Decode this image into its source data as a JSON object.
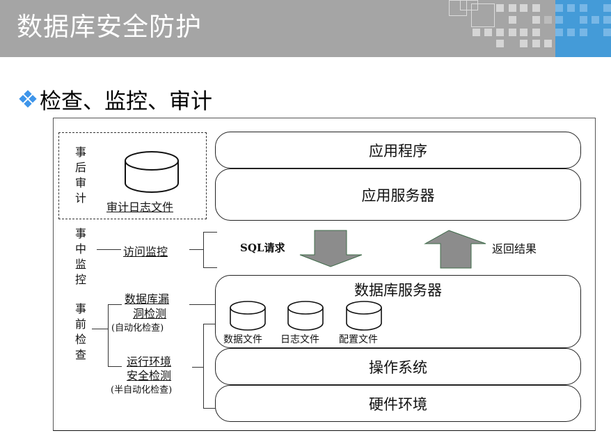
{
  "header": {
    "title": "数据库安全防护",
    "background_color": "#a5a5a5",
    "accent_color": "#449bd8"
  },
  "subtitle": {
    "bullet_icon": "diamond-cluster-icon",
    "bullet_color": "#3e95ea",
    "text": "检查、监控、审计"
  },
  "diagram": {
    "left_column": {
      "post_audit": {
        "label": "事后审计",
        "chars": [
          "事",
          "后",
          "审",
          "计"
        ],
        "store_label": "审计日志文件"
      },
      "in_process_monitor": {
        "label": "事中监控",
        "chars": [
          "事",
          "中",
          "监",
          "控"
        ],
        "item_label": "访问监控"
      },
      "pre_check": {
        "label": "事前检查",
        "chars": [
          "事",
          "前",
          "检",
          "查"
        ],
        "items": [
          {
            "line1": "数据库漏",
            "line2": "洞检测",
            "note": "(自动化检查)"
          },
          {
            "line1": "运行环境",
            "line2": "安全检测",
            "note": "(半自动化检查)"
          }
        ]
      }
    },
    "layers": [
      {
        "label": "应用程序"
      },
      {
        "label": "应用服务器"
      },
      {
        "label": "数据库服务器",
        "stores": [
          "数据文件",
          "日志文件",
          "配置文件"
        ]
      },
      {
        "label": "操作系统"
      },
      {
        "label": "硬件环境"
      }
    ],
    "flows": {
      "request_label": "SQL请求",
      "response_label": "返回结果",
      "arrow_color": "#8c8c8c",
      "arrow_border": "#3f6b4a"
    }
  }
}
